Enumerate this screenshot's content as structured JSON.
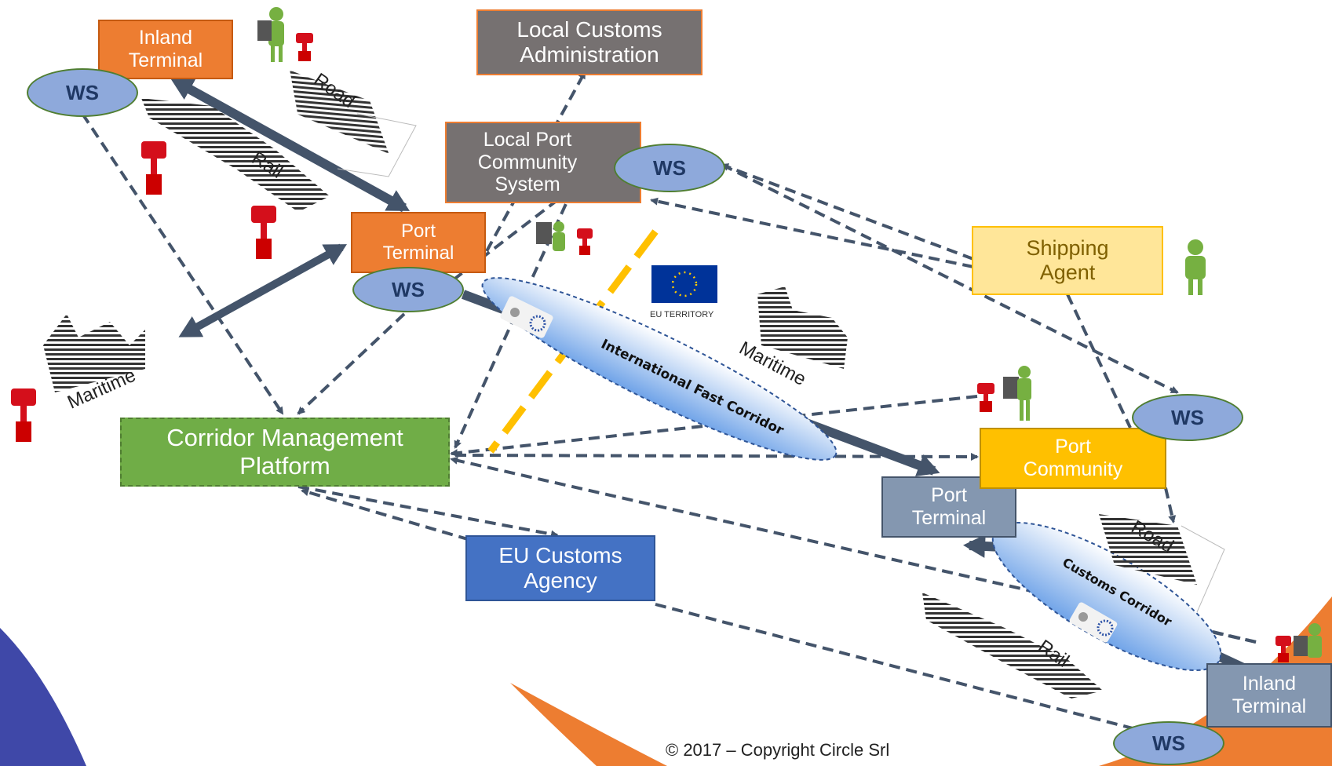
{
  "nodes": {
    "inland_terminal_left": "Inland\nTerminal",
    "local_customs": "Local Customs\nAdministration",
    "local_pcs": "Local Port\nCommunity\nSystem",
    "port_terminal_left": "Port\nTerminal",
    "shipping_agent": "Shipping\nAgent",
    "corridor_mgmt": "Corridor Management\nPlatform",
    "eu_customs": "EU Customs\nAgency",
    "port_community": "Port\nCommunity",
    "port_terminal_right": "Port\nTerminal",
    "inland_terminal_right": "Inland\nTerminal"
  },
  "ws_label": "WS",
  "corridors": {
    "international": "International Fast Corridor",
    "customs": "Customs Corridor"
  },
  "modes": {
    "road": "Road",
    "rail": "Rail",
    "maritime": "Maritime"
  },
  "eu_territory": "EU TERRITORY",
  "copyright": "© 2017 – Copyright Circle Srl",
  "colors": {
    "orange": "#ed7d31",
    "gray": "#767171",
    "green": "#70ad47",
    "blue": "#4472c4",
    "gold": "#ffc000",
    "light_gold": "#ffe699",
    "slate": "#8497b0",
    "arrow": "#44546a",
    "ws": "#8ea9db",
    "eu_flag": "#003399"
  }
}
